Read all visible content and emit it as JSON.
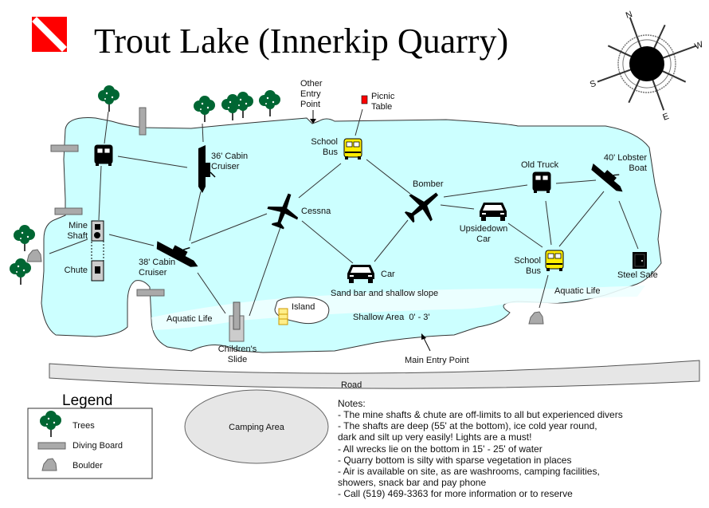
{
  "header": {
    "title": "Trout Lake (Innerkip Quarry)",
    "icon": "dive-flag-icon"
  },
  "compass": {
    "n": "N",
    "e": "E",
    "s": "S",
    "w": "W"
  },
  "colors": {
    "water": "#ccffff",
    "shallow": "#eaffff",
    "flag_red": "#ff0000",
    "bus_yellow": "#ffee00",
    "tree_green": "#006633",
    "board_gray": "#aaaaaa"
  },
  "map": {
    "other_entry": [
      "Other",
      "Entry",
      "Point"
    ],
    "picnic_table": [
      "Picnic",
      "Table"
    ],
    "school_bus_1": [
      "School",
      "Bus"
    ],
    "cabin_36": [
      "36' Cabin",
      "Cruiser"
    ],
    "cabin_38": [
      "38' Cabin",
      "Cruiser"
    ],
    "mine_shaft": [
      "Mine",
      "Shaft"
    ],
    "chute": "Chute",
    "cessna": "Cessna",
    "bomber": "Bomber",
    "car": "Car",
    "sand_bar": "Sand bar and shallow slope",
    "upsidedown_car": [
      "Upsidedown",
      "Car"
    ],
    "old_truck": "Old Truck",
    "lobster_boat": [
      "40' Lobster",
      "Boat"
    ],
    "school_bus_2": [
      "School",
      "Bus"
    ],
    "steel_safe": "Steel Safe",
    "aquatic_life_right": "Aquatic Life",
    "aquatic_life_left": "Aquatic Life",
    "island": "Island",
    "childrens_slide": [
      "Children's",
      "Slide"
    ],
    "shallow_area": "Shallow Area  0' - 3'",
    "main_entry": "Main Entry Point",
    "road": "Road",
    "camping": "Camping Area"
  },
  "legend": {
    "title": "Legend",
    "items": [
      {
        "label": "Trees",
        "icon": "tree-icon"
      },
      {
        "label": "Diving Board",
        "icon": "diving-board-icon"
      },
      {
        "label": "Boulder",
        "icon": "boulder-icon"
      }
    ]
  },
  "notes": {
    "title": "Notes:",
    "lines": [
      "- The mine shafts & chute are off-limits to all but experienced divers",
      "- The shafts are deep (55' at the bottom), ice cold year round,",
      "   dark and silt up very easily! Lights are a must!",
      "- All wrecks lie on the bottom in 15' - 25' of water",
      "- Quarry bottom is silty with sparse vegetation in places",
      "- Air is available on site, as are washrooms, camping facilities,",
      "   showers, snack bar and pay phone",
      "- Call (519) 469-3363 for more information or to reserve"
    ]
  }
}
